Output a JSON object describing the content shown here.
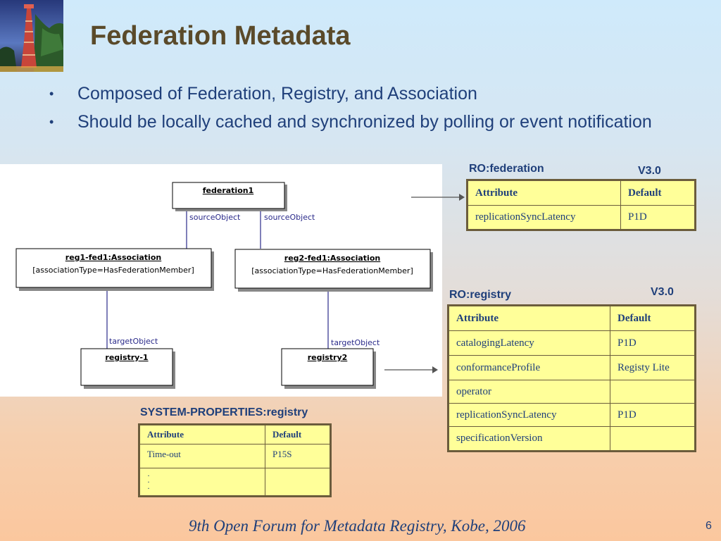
{
  "slide": {
    "title": "Federation Metadata",
    "bullets": [
      "Composed of Federation, Registry, and Association",
      "Should be locally cached and synchronized by polling or event notification"
    ],
    "footer": "9th Open Forum for Metadata Registry, Kobe, 2006",
    "page_number": "6"
  },
  "diagram": {
    "federation": "federation1",
    "source_left": "sourceObject",
    "source_right": "sourceObject",
    "assoc1_name": "reg1-fed1:Association",
    "assoc1_attr": "[associationType=HasFederationMember]",
    "assoc2_name": "reg2-fed1:Association",
    "assoc2_attr": "[associationType=HasFederationMember]",
    "target_left": "targetObject",
    "target_right": "targetObject",
    "registry1": "registry-1",
    "registry2": "registry2"
  },
  "ro_federation": {
    "title": "RO:federation",
    "version": "V3.0",
    "headers": [
      "Attribute",
      "Default"
    ],
    "rows": [
      [
        "replicationSyncLatency",
        "P1D"
      ]
    ]
  },
  "ro_registry": {
    "title": "RO:registry",
    "version": "V3.0",
    "headers": [
      "Attribute",
      "Default"
    ],
    "rows": [
      [
        "catalogingLatency",
        "P1D"
      ],
      [
        "conformanceProfile",
        "Registy Lite"
      ],
      [
        "operator",
        ""
      ],
      [
        "replicationSyncLatency",
        "P1D"
      ],
      [
        "specificationVersion",
        ""
      ]
    ]
  },
  "system_properties": {
    "title": "SYSTEM-PROPERTIES:registry",
    "headers": [
      "Attribute",
      "Default"
    ],
    "rows": [
      [
        "Time-out",
        "P15S"
      ]
    ],
    "ellipsis": [
      "·",
      "·",
      "·"
    ]
  },
  "colors": {
    "title": "#5a4a2a",
    "text": "#1f3f7a",
    "table_fill": "#ffff99",
    "table_border": "#6b5c3c"
  }
}
